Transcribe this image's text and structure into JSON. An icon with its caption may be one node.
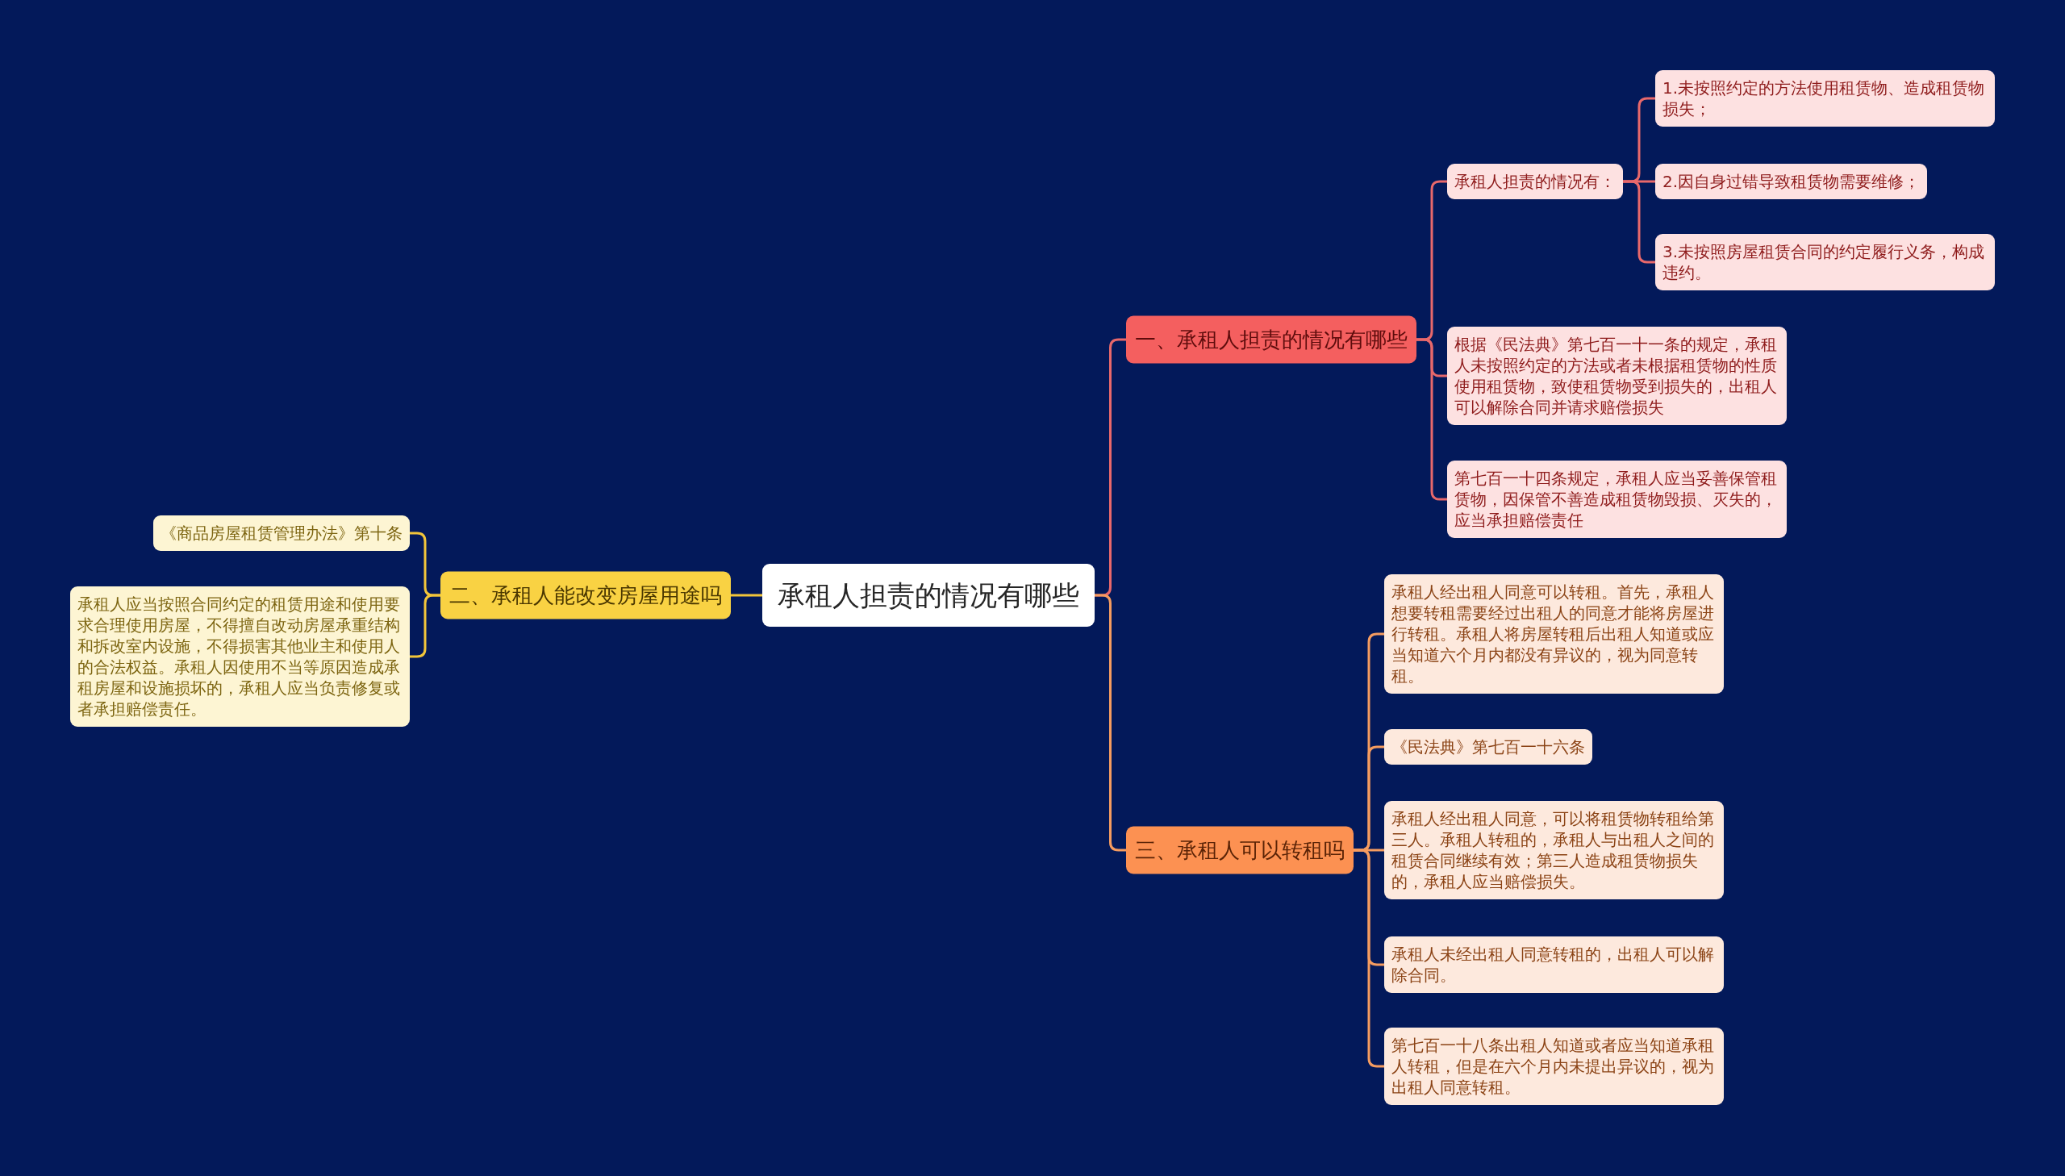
{
  "diagram": {
    "nodes": [
      {
        "text": [
          "承租人担责的情况有哪些"
        ]
      },
      {
        "text": [
          "一、承租人担责的情况有哪些"
        ]
      },
      {
        "text": [
          "承租人担责的情况有："
        ]
      },
      {
        "text": [
          "1.未按照约定的方法使用租赁物、造成租赁物损失；"
        ]
      },
      {
        "text": [
          "2.因自身过错导致租赁物需要维修；"
        ]
      },
      {
        "text": [
          "3.未按照房屋租赁合同的约定履行义务，构成违约。"
        ]
      },
      {
        "text": [
          "根据《民法典》第七百一十一条的规定，承租人未按照约定的方法或者未根据租赁物的性质使用租赁物，致使租赁物受到损失的，出租人可以解除合同并请求赔偿损失"
        ]
      },
      {
        "text": [
          "第七百一十四条规定，承租人应当妥善保管租赁物，因保管不善造成租赁物毁损、灭失的，应当承担赔偿责任"
        ]
      },
      {
        "text": [
          "二、承租人能改变房屋用途吗"
        ]
      },
      {
        "text": [
          "《商品房屋租赁管理办法》第十条"
        ]
      },
      {
        "text": [
          "承租人应当按照合同约定的租赁用途和使用要求合理使用房屋，不得擅自改动房屋承重结构和拆改室内设施，不得损害其他业主和使用人的合法权益。承租人因使用不当等原因造成承租房屋和设施损坏的，承租人应当负责修复或者承担赔偿责任。"
        ]
      },
      {
        "text": [
          "三、承租人可以转租吗"
        ]
      },
      {
        "text": [
          "承租人经出租人同意可以转租。首先，承租人想要转租需要经过出租人的同意才能将房屋进行转租。承租人将房屋转租后出租人知道或应当知道六个月内都没有异议的，视为同意转租。"
        ]
      },
      {
        "text": [
          "《民法典》第七百一十六条"
        ]
      },
      {
        "text": [
          "承租人经出租人同意，可以将租赁物转租给第三人。承租人转租的，承租人与出租人之间的租赁合同继续有效；第三人造成租赁物损失的，承租人应当赔偿损失。"
        ]
      },
      {
        "text": [
          "承租人未经出租人同意转租的，出租人可以解除合同。"
        ]
      },
      {
        "text": [
          "第七百一十八条出租人知道或者应当知道承租人转租，但是在六个月内未提出异议的，视为出租人同意转租。"
        ]
      }
    ],
    "edges": [
      {
        "from": 0,
        "to": 1,
        "arrow": "none"
      },
      {
        "from": 1,
        "to": 2,
        "arrow": "none"
      },
      {
        "from": 2,
        "to": 3,
        "arrow": "none"
      },
      {
        "from": 2,
        "to": 4,
        "arrow": "none"
      },
      {
        "from": 2,
        "to": 5,
        "arrow": "none"
      },
      {
        "from": 1,
        "to": 6,
        "arrow": "none"
      },
      {
        "from": 1,
        "to": 7,
        "arrow": "none"
      },
      {
        "from": 0,
        "to": 8,
        "arrow": "none",
        "color": "#f2c53a"
      },
      {
        "from": 8,
        "to": 9,
        "arrow": "none",
        "color": "#f2c53a"
      },
      {
        "from": 8,
        "to": 10,
        "arrow": "none",
        "color": "#f2c53a"
      },
      {
        "from": 0,
        "to": 11,
        "arrow": "none",
        "color": "#f59c60"
      },
      {
        "from": 11,
        "to": 12,
        "arrow": "none",
        "color": "#f59c60"
      },
      {
        "from": 11,
        "to": 13,
        "arrow": "none",
        "color": "#f59c60"
      },
      {
        "from": 11,
        "to": 14,
        "arrow": "none",
        "color": "#f59c60"
      },
      {
        "from": 11,
        "to": 15,
        "arrow": "none",
        "color": "#f59c60"
      },
      {
        "from": 11,
        "to": 16,
        "arrow": "none",
        "color": "#f59c60"
      }
    ]
  }
}
